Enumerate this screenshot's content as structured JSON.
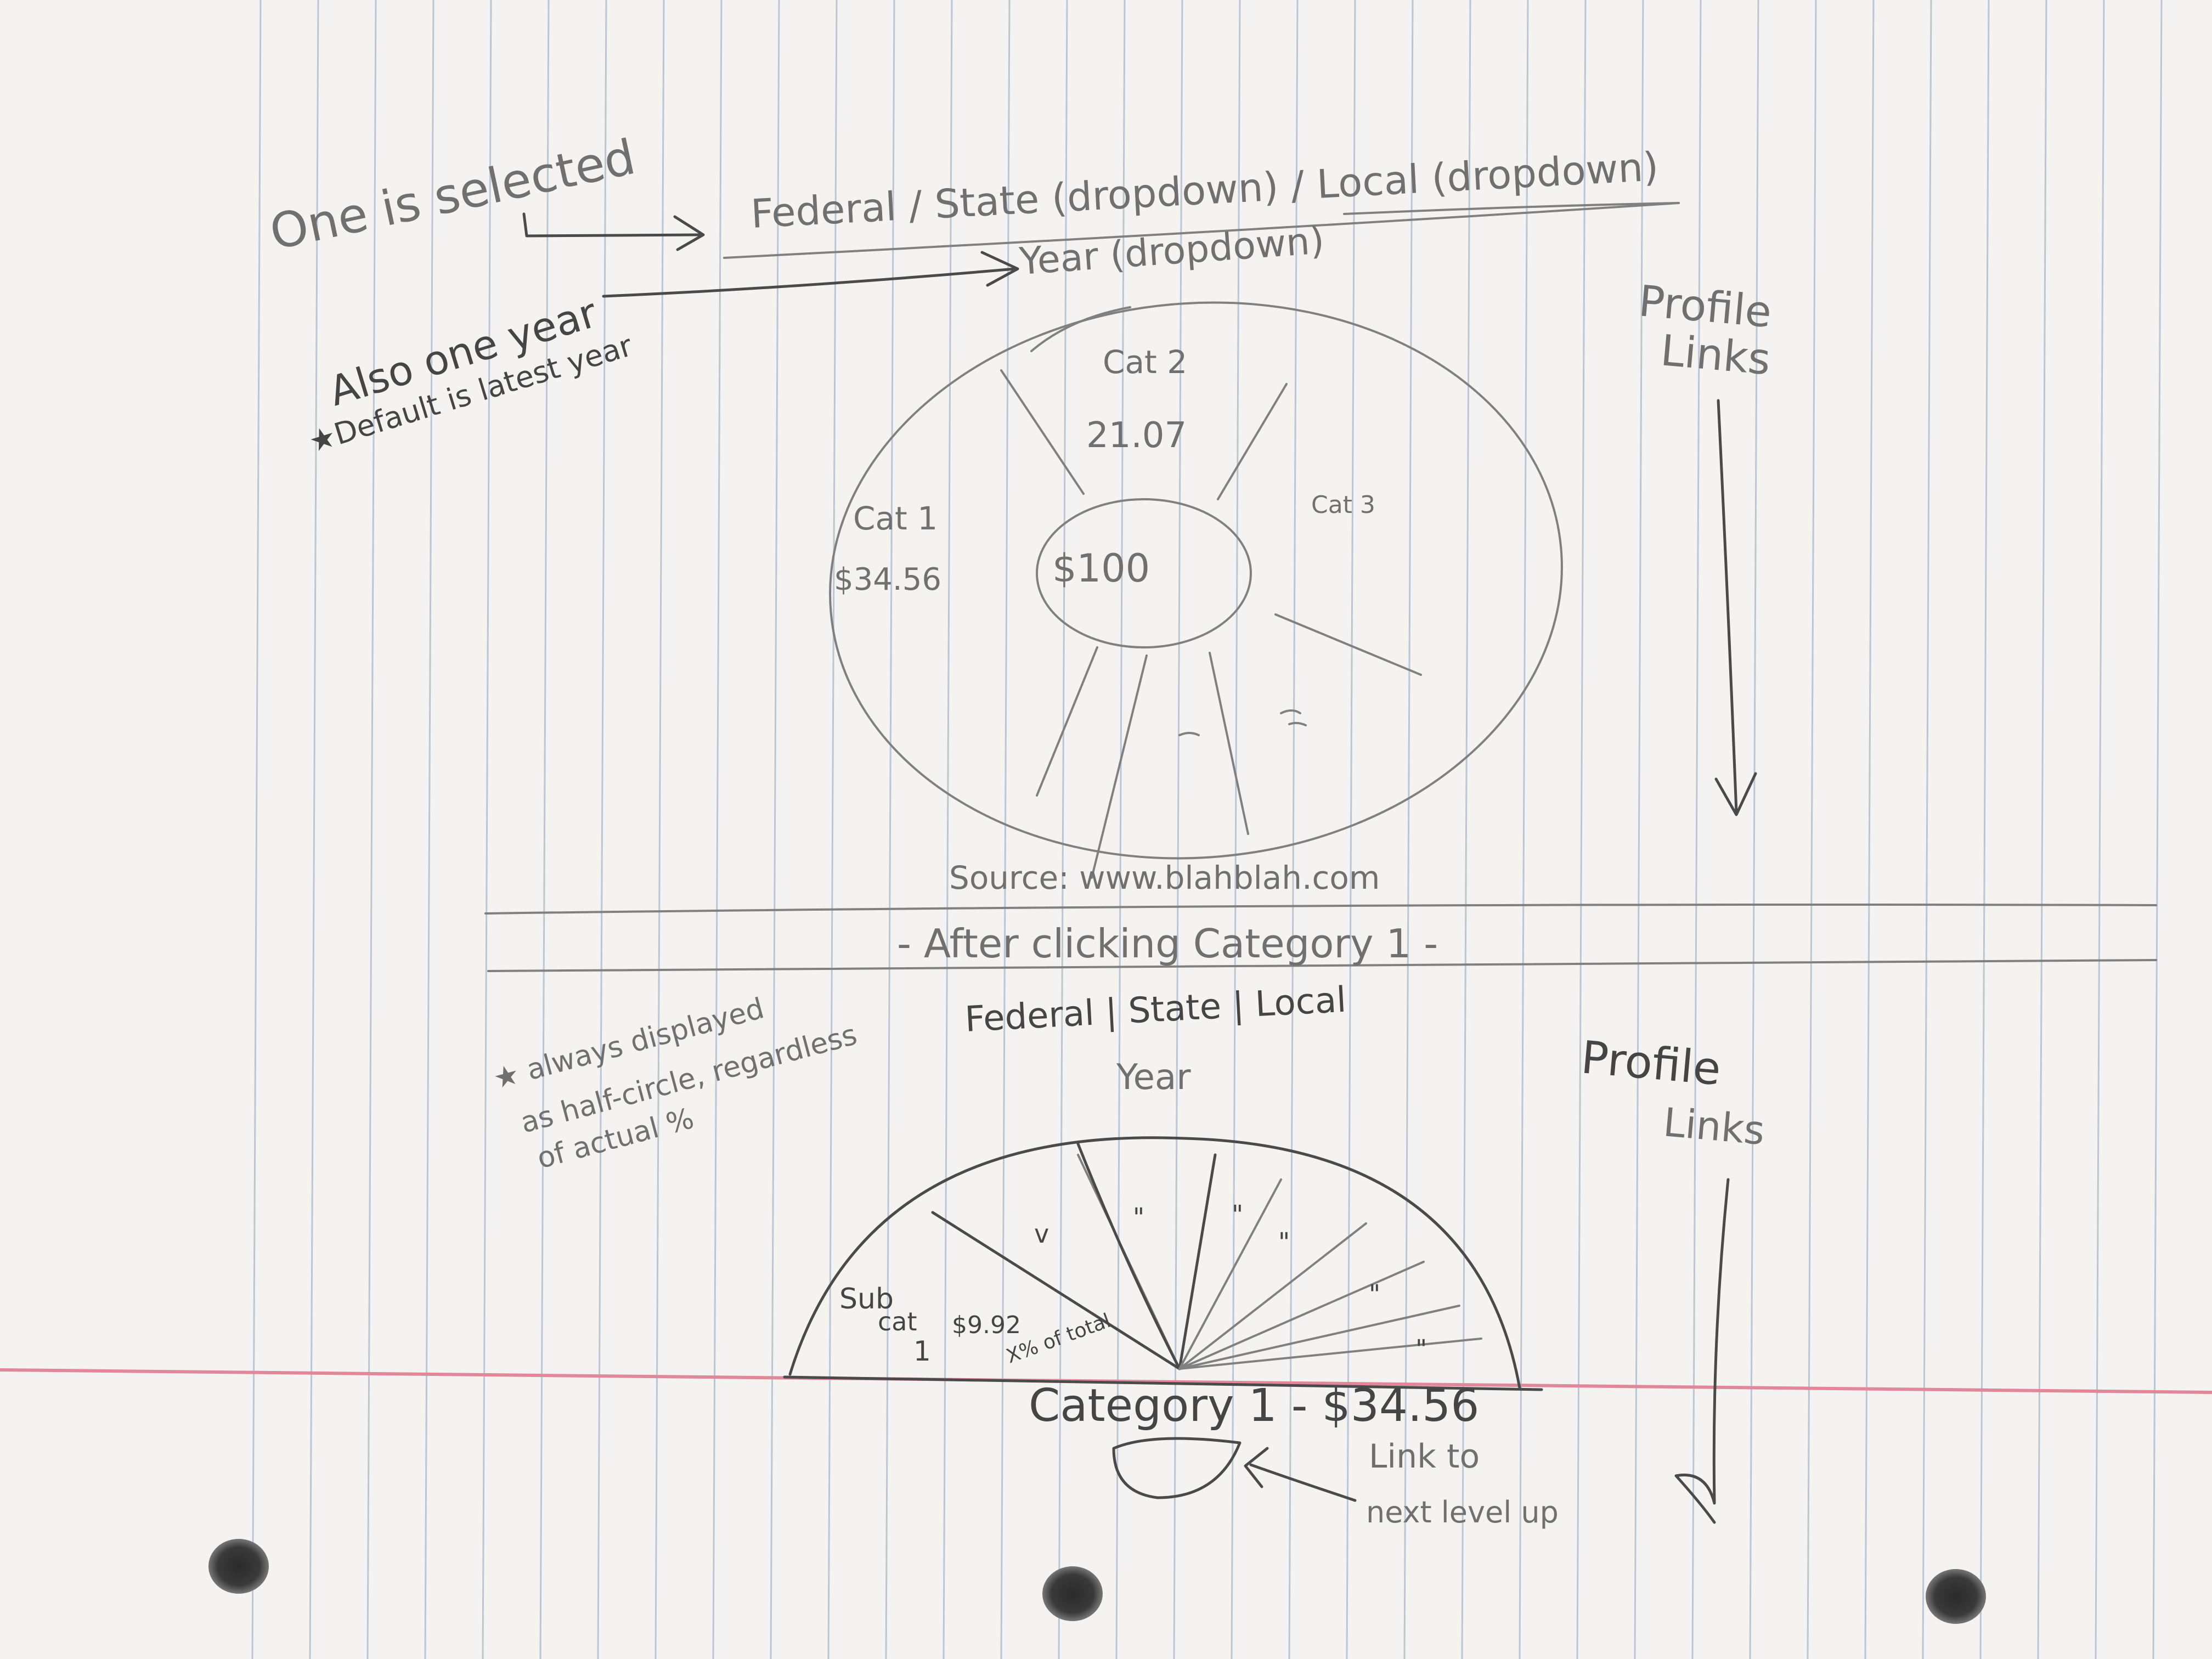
{
  "top": {
    "note_selected": "One is selected",
    "gov_levels": "Federal / State (dropdown) / Local (dropdown)",
    "year": "Year (dropdown)",
    "note_year": "Also one year",
    "note_default": "★Default is latest year",
    "profile_links": [
      "Profile",
      "Links"
    ],
    "chart": {
      "center": "$100",
      "cat2_label": "Cat 2",
      "cat2_value": "21.07",
      "cat1_label": "Cat 1",
      "cat1_value": "$34.56",
      "cat3_label": "Cat 3"
    },
    "source": "Source: www.blahblah.com"
  },
  "divider": "- After clicking Category 1 -",
  "bottom": {
    "note": [
      "★ always displayed",
      "as half-circle, regardless",
      "of actual %"
    ],
    "gov_levels": "Federal | State | Local",
    "year": "Year",
    "profile_links": [
      "Profile",
      "Links"
    ],
    "subcat_label": [
      "Sub",
      "cat",
      "1"
    ],
    "subcat_value": "$9.92",
    "subcat_pct": "X% of total",
    "ditto_marks": [
      "v",
      "\"",
      "\"",
      "\"",
      "\"",
      "\""
    ],
    "category": "Category 1 - $34.56",
    "link_note": [
      "Link to",
      "next level up"
    ]
  },
  "colors": {
    "paper": "#f4f3f1",
    "rule": "#9fb0c4",
    "margin": "#e08a9a",
    "pencil": "#7a7a7a"
  }
}
